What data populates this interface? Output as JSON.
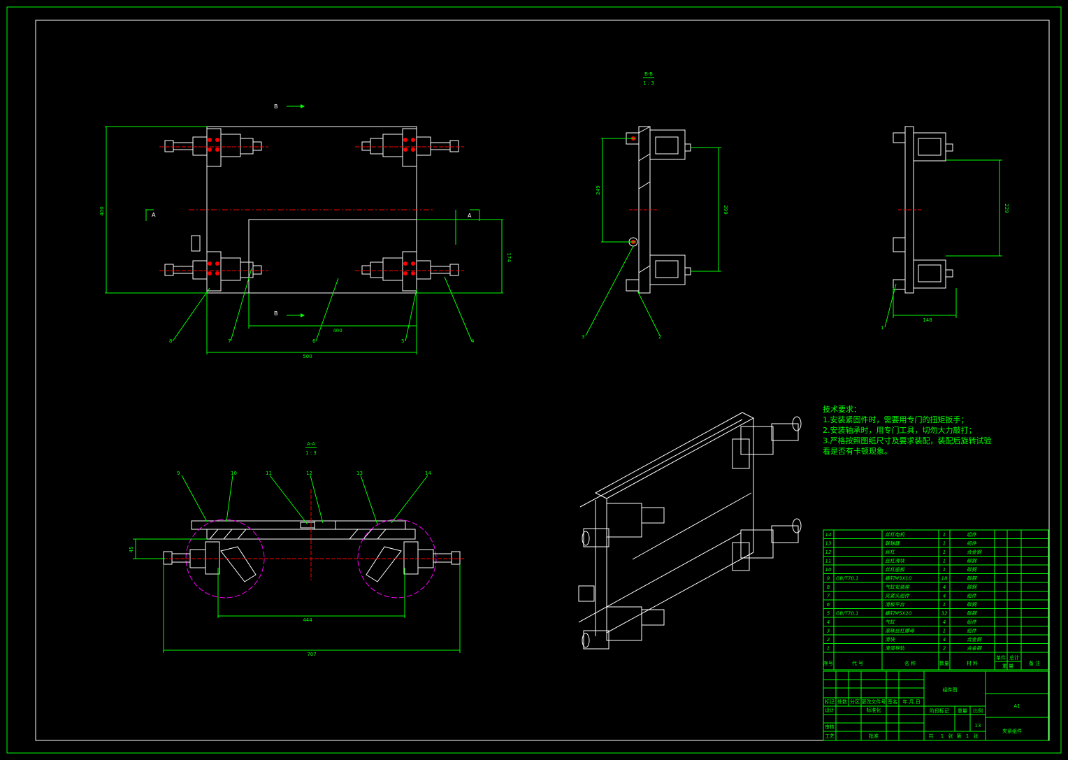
{
  "colors": {
    "background": "#000000",
    "dimension": "#00ff00",
    "geometry": "#ffffff",
    "centerline": "#ff0000",
    "hidden": "#ff00ff"
  },
  "views": {
    "top": {
      "section_marks": [
        "B",
        "B",
        "A",
        "A"
      ],
      "dimensions": [
        "400",
        "174",
        "400",
        "500"
      ],
      "balloons": [
        "8",
        "7",
        "6",
        "5",
        "4"
      ]
    },
    "section_bb": {
      "title": "B-B",
      "scale": "1 : 3",
      "dimensions": [
        "249",
        "299"
      ],
      "balloons": [
        "3",
        "2"
      ]
    },
    "side": {
      "dimensions": [
        "229",
        "148"
      ],
      "balloons": [
        "1"
      ]
    },
    "section_aa": {
      "title": "A-A",
      "scale": "1 : 3",
      "dimensions": [
        "45",
        "444",
        "707"
      ],
      "balloons": [
        "9",
        "10",
        "11",
        "12",
        "13",
        "14"
      ]
    }
  },
  "tech_requirements": {
    "title": "技术要求：",
    "lines": [
      "1.安装紧固件时，需要用专门的扭矩扳手；",
      "2.安装轴承时，用专门工具，切勿大力敲打；",
      "3.严格按照图纸尺寸及要求装配，装配后旋转试验",
      "看是否有卡顿现象。"
    ]
  },
  "bom": {
    "headers": [
      "序号",
      "代 号",
      "名 称",
      "数量",
      "材 料",
      "单件",
      "总计",
      "备 注"
    ],
    "weight_label": "重 量",
    "rows": [
      [
        "14",
        "",
        "丝杠电机",
        "1",
        "组件"
      ],
      [
        "13",
        "",
        "联轴器",
        "1",
        "组件"
      ],
      [
        "12",
        "",
        "丝杠",
        "1",
        "合金钢"
      ],
      [
        "11",
        "",
        "丝杠滑块",
        "1",
        "碳钢"
      ],
      [
        "10",
        "",
        "丝杠座板",
        "1",
        "碳钢"
      ],
      [
        "9",
        "GB/T70.1",
        "螺钉M3X10",
        "18",
        "碳钢"
      ],
      [
        "8",
        "",
        "气缸安装座",
        "4",
        "碳钢"
      ],
      [
        "7",
        "",
        "夹紧头组件",
        "4",
        "组件"
      ],
      [
        "6",
        "",
        "滑板平台",
        "1",
        "碳钢"
      ],
      [
        "5",
        "GB/T70.1",
        "螺钉M5X20",
        "32",
        "碳钢"
      ],
      [
        "4",
        "",
        "气缸",
        "4",
        "组件"
      ],
      [
        "3",
        "",
        "滚珠丝杠螺母",
        "1",
        "组件"
      ],
      [
        "2",
        "",
        "滑块",
        "4",
        "合金钢"
      ],
      [
        "1",
        "",
        "滑道导轨",
        "2",
        "合金钢"
      ]
    ]
  },
  "title_block": {
    "drawing_type": "组件图",
    "sheet_size": "A1",
    "name": "夹紧组件",
    "scale": "13",
    "revision_labels": [
      "标记",
      "处数",
      "分区",
      "更改文件号",
      "签名",
      "年.月.日"
    ],
    "sign_labels": [
      "设计",
      "标准化",
      "审核",
      "工艺",
      "批准"
    ],
    "stage_labels": [
      "阶段标记",
      "重量",
      "比例"
    ],
    "sheet_labels": [
      "共",
      "1",
      "张",
      "第",
      "1",
      "张"
    ]
  }
}
